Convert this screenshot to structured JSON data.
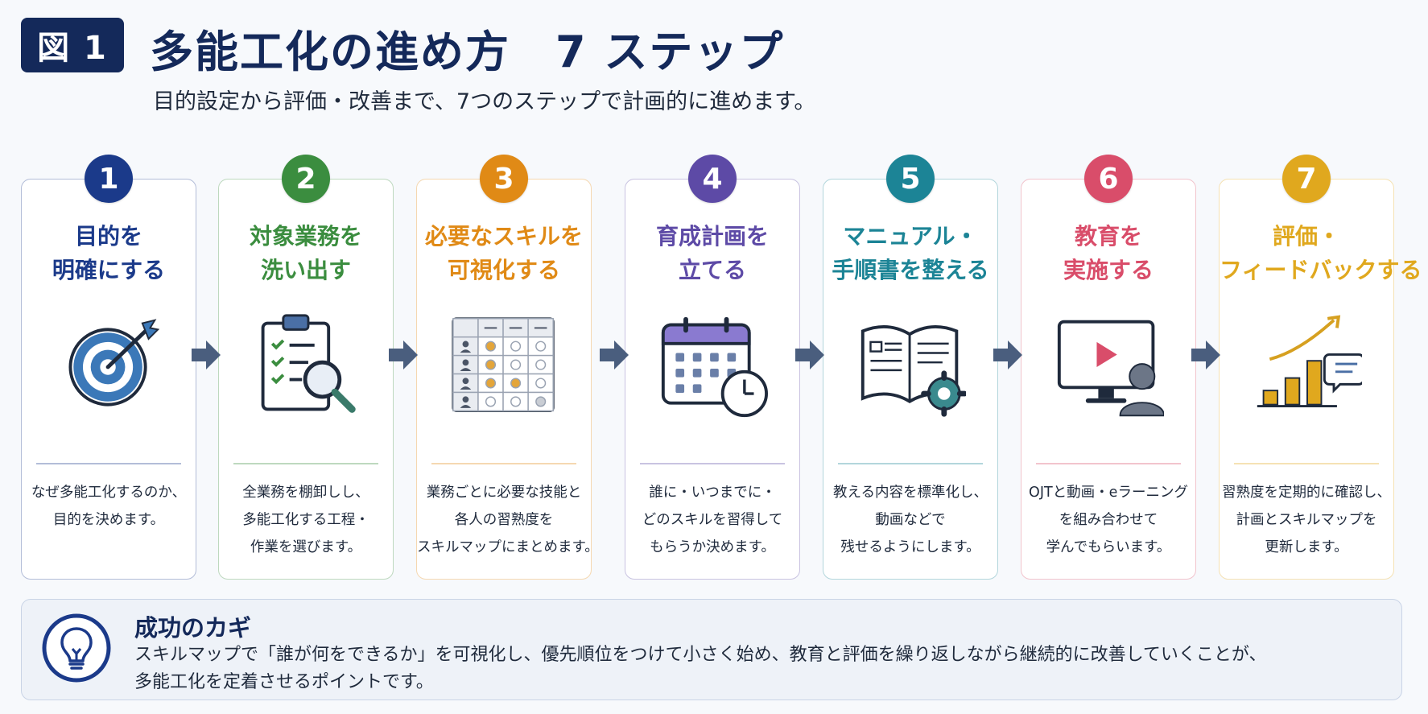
{
  "header": {
    "figure_label": "図 1",
    "title": "多能工化の進め方　7 ステップ",
    "subtitle": "目的設定から評価・改善まで、7つのステップで計画的に進めます。"
  },
  "steps": [
    {
      "number": "1",
      "title_lines": [
        "目的を",
        "明確にする"
      ],
      "desc_lines": [
        "なぜ多能工化するのか、",
        "目的を決めます。"
      ],
      "color": "#1b3a8a",
      "icon": "target-icon"
    },
    {
      "number": "2",
      "title_lines": [
        "対象業務を",
        "洗い出す"
      ],
      "desc_lines": [
        "全業務を棚卸しし、",
        "多能工化する工程・",
        "作業を選びます。"
      ],
      "color": "#3b8d3f",
      "icon": "clipboard-search-icon"
    },
    {
      "number": "3",
      "title_lines": [
        "必要なスキルを",
        "可視化する"
      ],
      "desc_lines": [
        "業務ごとに必要な技能と",
        "各人の習熟度を",
        "スキルマップにまとめます。"
      ],
      "color": "#e08a16",
      "icon": "skill-map-icon"
    },
    {
      "number": "4",
      "title_lines": [
        "育成計画を",
        "立てる"
      ],
      "desc_lines": [
        "誰に・いつまでに・",
        "どのスキルを習得して",
        "もらうか決めます。"
      ],
      "color": "#5d4aa6",
      "icon": "calendar-clock-icon"
    },
    {
      "number": "5",
      "title_lines": [
        "マニュアル・",
        "手順書を整える"
      ],
      "desc_lines": [
        "教える内容を標準化し、",
        "動画などで",
        "残せるようにします。"
      ],
      "color": "#1c8496",
      "icon": "manual-gear-icon"
    },
    {
      "number": "6",
      "title_lines": [
        "教育を",
        "実施する"
      ],
      "desc_lines": [
        "OJTと動画・eラーニング",
        "を組み合わせて",
        "学んでもらいます。"
      ],
      "color": "#d94d6a",
      "icon": "video-training-icon"
    },
    {
      "number": "7",
      "title_lines": [
        "評価・",
        "フィードバックする"
      ],
      "desc_lines": [
        "習熟度を定期的に確認し、",
        "計画とスキルマップを",
        "更新します。"
      ],
      "color": "#e0a81e",
      "icon": "growth-feedback-icon"
    }
  ],
  "key": {
    "title": "成功のカギ",
    "lines": [
      "スキルマップで「誰が何をできるか」を可視化し、優先順位をつけて小さく始め、教育と評価を繰り返しながら継続的に改善していくことが、",
      "多能工化を定着させるポイントです。"
    ],
    "icon": "lightbulb-icon",
    "color": "#1b3a8a"
  },
  "arrow_color": "#4a5e7e"
}
